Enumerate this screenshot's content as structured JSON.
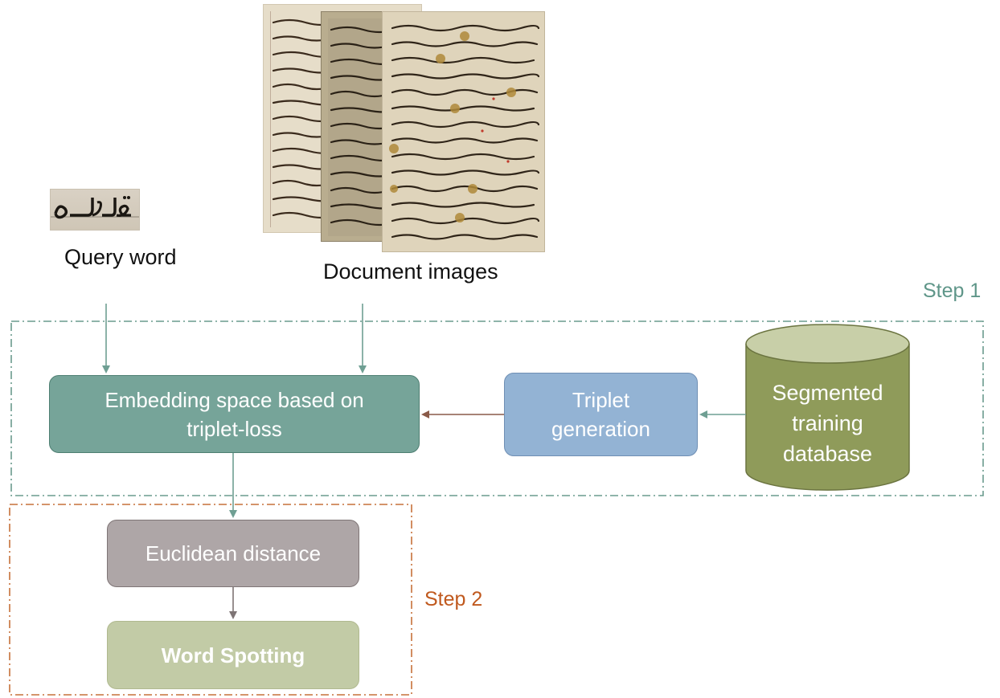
{
  "labels": {
    "query_word": "Query word",
    "document_images": "Document images",
    "step1": "Step 1",
    "step2": "Step 2"
  },
  "boxes": {
    "embedding": [
      "Embedding space based on",
      "triplet-loss"
    ],
    "triplet": [
      "Triplet",
      "generation"
    ],
    "database": [
      "Segmented",
      "training",
      "database"
    ],
    "euclidean": "Euclidean distance",
    "word_spotting": "Word Spotting"
  },
  "colors": {
    "step1_accent": "#5f9689",
    "step2_accent": "#c0591e",
    "embedding_fill": "#76a499",
    "triplet_fill": "#93b3d4",
    "database_fill": "#8f9b5a",
    "euclidean_fill": "#aea6a7",
    "word_spotting_fill": "#c2cba6"
  }
}
